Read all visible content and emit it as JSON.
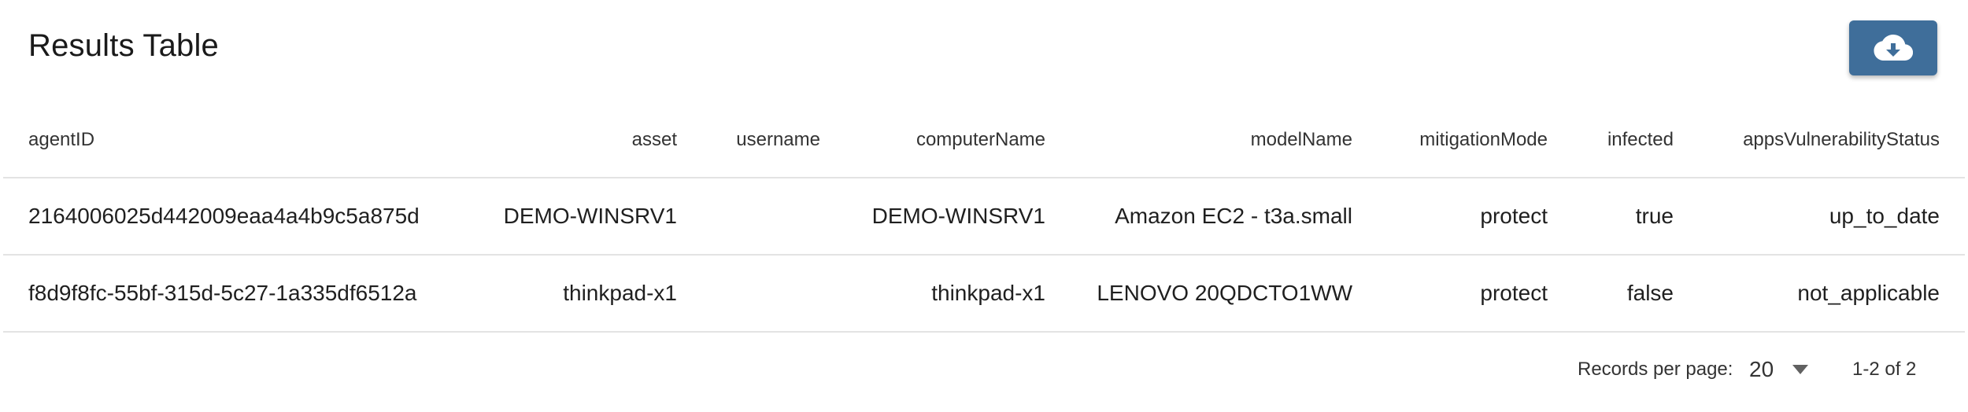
{
  "header": {
    "title": "Results Table",
    "download_icon": "cloud-download-icon",
    "download_color": "#3f6e9a"
  },
  "table": {
    "columns": [
      "agentID",
      "asset",
      "username",
      "computerName",
      "modelName",
      "mitigationMode",
      "infected",
      "appsVulnerabilityStatus"
    ],
    "rows": [
      [
        "2164006025d442009eaa4a4b9c5a875d",
        "DEMO-WINSRV1",
        "",
        "DEMO-WINSRV1",
        "Amazon EC2 - t3a.small",
        "protect",
        "true",
        "up_to_date"
      ],
      [
        "f8d9f8fc-55bf-315d-5c27-1a335df6512a",
        "thinkpad-x1",
        "",
        "thinkpad-x1",
        "LENOVO 20QDCTO1WW",
        "protect",
        "false",
        "not_applicable"
      ]
    ]
  },
  "pagination": {
    "label": "Records per page:",
    "page_size": "20",
    "range": "1-2 of 2",
    "dropdown_icon": "caret-down-icon"
  }
}
